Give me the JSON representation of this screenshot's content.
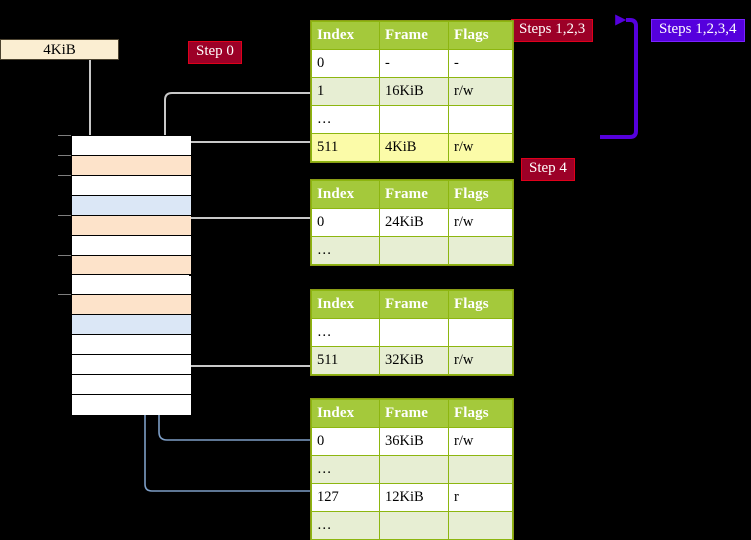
{
  "diagram": {
    "title_boxes": {
      "page_size_box": "4KiB"
    },
    "badges": [
      {
        "label": "Step 0",
        "color": "#9c0027"
      },
      {
        "label": "Steps 1,2,3",
        "color": "#9c0027"
      },
      {
        "label": "Steps 1,2,3,4",
        "color": "#5500dd"
      },
      {
        "label": "Step 4",
        "color": "#9c0027"
      }
    ],
    "columns": [
      "Index",
      "Frame",
      "Flags"
    ],
    "tables": [
      {
        "name": "level4-table",
        "rows": [
          {
            "index": "0",
            "frame": "-",
            "flags": "-",
            "shade": "odd",
            "highlight": false
          },
          {
            "index": "1",
            "frame": "16KiB",
            "flags": "r/w",
            "shade": "even",
            "highlight": false
          },
          {
            "index": "…",
            "frame": "",
            "flags": "",
            "shade": "odd",
            "highlight": false
          },
          {
            "index": "511",
            "frame": "4KiB",
            "flags": "r/w",
            "shade": "even",
            "highlight": true
          }
        ]
      },
      {
        "name": "level3-table",
        "rows": [
          {
            "index": "0",
            "frame": "24KiB",
            "flags": "r/w",
            "shade": "odd",
            "highlight": false
          },
          {
            "index": "…",
            "frame": "",
            "flags": "",
            "shade": "even",
            "highlight": false
          }
        ]
      },
      {
        "name": "level2-table",
        "rows": [
          {
            "index": "…",
            "frame": "",
            "flags": "",
            "shade": "odd",
            "highlight": false
          },
          {
            "index": "511",
            "frame": "32KiB",
            "flags": "r/w",
            "shade": "even",
            "highlight": false
          }
        ]
      },
      {
        "name": "level1-table",
        "rows": [
          {
            "index": "0",
            "frame": "36KiB",
            "flags": "r/w",
            "shade": "odd",
            "highlight": false
          },
          {
            "index": "…",
            "frame": "",
            "flags": "",
            "shade": "even",
            "highlight": false
          },
          {
            "index": "127",
            "frame": "12KiB",
            "flags": "r",
            "shade": "odd",
            "highlight": false
          },
          {
            "index": "…",
            "frame": "",
            "flags": "",
            "shade": "even",
            "highlight": false
          }
        ]
      }
    ],
    "memory_rows": [
      {
        "fill": "white",
        "tick": true
      },
      {
        "fill": "orange",
        "tick": true
      },
      {
        "fill": "white",
        "tick": true
      },
      {
        "fill": "blue",
        "tick": false
      },
      {
        "fill": "orange",
        "tick": true
      },
      {
        "fill": "white",
        "tick": false
      },
      {
        "fill": "orange",
        "tick": true
      },
      {
        "fill": "white",
        "tick": false
      },
      {
        "fill": "orange",
        "tick": true
      },
      {
        "fill": "blue",
        "tick": false
      },
      {
        "fill": "white",
        "tick": false
      },
      {
        "fill": "white",
        "tick": false
      },
      {
        "fill": "white",
        "tick": false
      },
      {
        "fill": "white",
        "tick": false
      }
    ],
    "colors": {
      "table_header": "#a4c93b",
      "table_header_text": "#ffffff",
      "table_row_even": "#e7eed3",
      "table_row_odd": "#ffffff",
      "highlight": "#fbfba8",
      "memory_orange": "#fde3ca",
      "memory_blue": "#dbe7f6",
      "page_box": "#fbeed2",
      "badge_red": "#9c0027",
      "badge_purple": "#5500dd",
      "grey_connector": "#b9b9b9",
      "blue_connector": "#7d9ec6",
      "purple_arrow": "#5500dd",
      "background": "#000000"
    }
  }
}
